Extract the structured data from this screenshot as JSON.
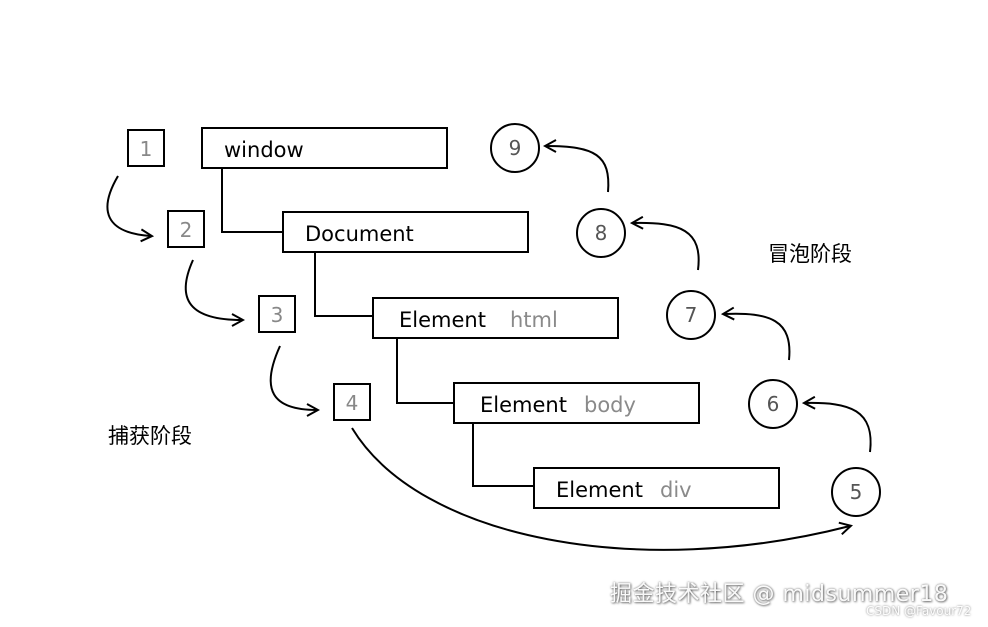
{
  "nodes": {
    "window": "window",
    "document": "Document",
    "html_prefix": "Element",
    "html_tag": "html",
    "body_prefix": "Element",
    "body_tag": "body",
    "div_prefix": "Element",
    "div_tag": "div"
  },
  "steps": {
    "s1": "1",
    "s2": "2",
    "s3": "3",
    "s4": "4",
    "s5": "5",
    "s6": "6",
    "s7": "7",
    "s8": "8",
    "s9": "9"
  },
  "phases": {
    "capture": "捕获阶段",
    "bubble": "冒泡阶段"
  },
  "watermark": {
    "main": "掘金技术社区 @ midsummer18",
    "credit": "CSDN @Favour72"
  },
  "colors": {
    "line": "#000000",
    "tag_text": "#8a8a8a",
    "step_square_text": "#888888",
    "step_circle_text": "#555555"
  }
}
